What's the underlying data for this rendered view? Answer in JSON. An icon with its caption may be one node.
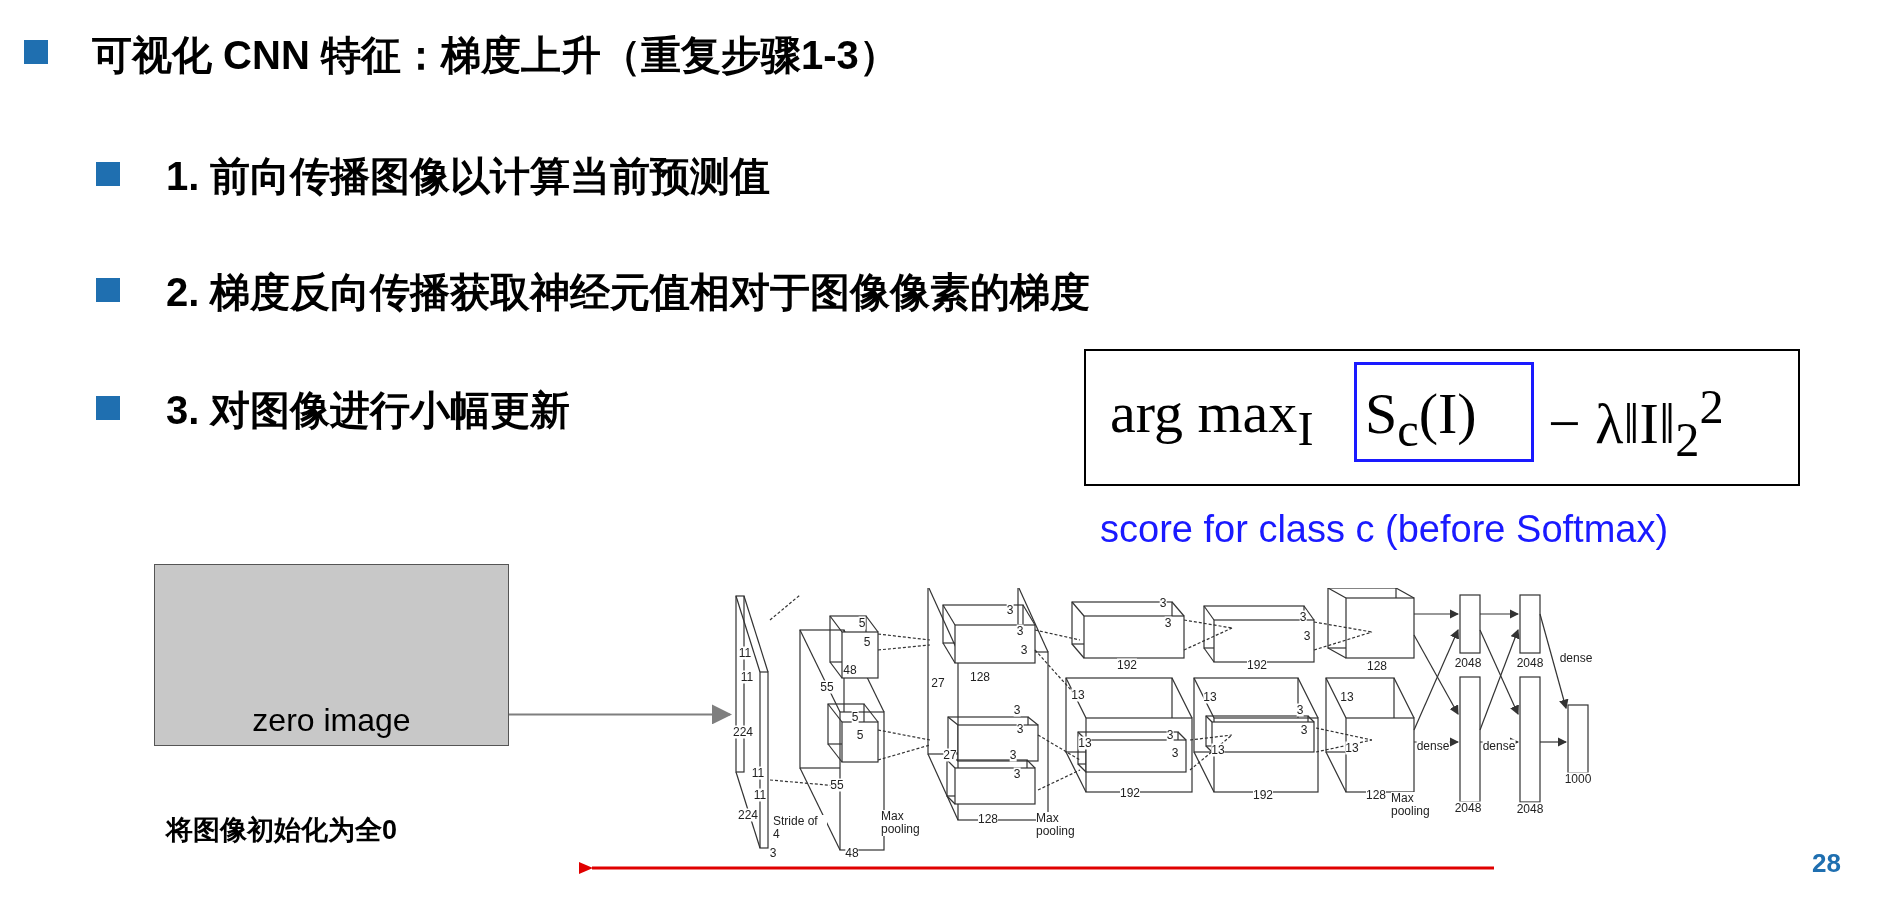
{
  "diagram": {
    "title": "可视化 CNN 特征：梯度上升（重复步骤1-3）",
    "nodes": [
      {
        "text": [
          "arg max$_{I}$",
          "− λ‖I‖$_{2}$$^{2}$"
        ]
      },
      {
        "text": [
          "S$_{c}$(I)"
        ],
        "in": 0,
        "beside": [
          "score for class c (before Softmax)"
        ]
      },
      {
        "text": [
          "zero image"
        ],
        "beside": [
          "将图像初始化为全0"
        ]
      },
      {
        "text": [],
        "shape": "picture"
      }
    ],
    "edges": [
      {
        "from": 2,
        "to": 3,
        "arrow": "to",
        "color": "#7f7f7f"
      }
    ],
    "labels": [
      "1. 前向传播图像以计算当前预测值",
      "2. 梯度反向传播获取神经元值相对于图像像素的梯度",
      "3. 对图像进行小幅更新",
      "11",
      "11",
      "224",
      "11",
      "11",
      "224",
      "Stride of 4",
      "3",
      "5",
      "5",
      "48",
      "55",
      "5",
      "5",
      "55",
      "48",
      "Max pooling",
      "3",
      "3",
      "3",
      "128",
      "27",
      "3",
      "3",
      "27",
      "3",
      "3",
      "128",
      "Max pooling",
      "3",
      "3",
      "192",
      "13",
      "3",
      "13",
      "3",
      "192",
      "3",
      "3",
      "192",
      "13",
      "3",
      "3",
      "13",
      "192",
      "128",
      "13",
      "13",
      "128",
      "Max pooling",
      "2048",
      "dense",
      "2048",
      "2048",
      "dense",
      "2048",
      "dense",
      "1000",
      "28"
    ]
  }
}
